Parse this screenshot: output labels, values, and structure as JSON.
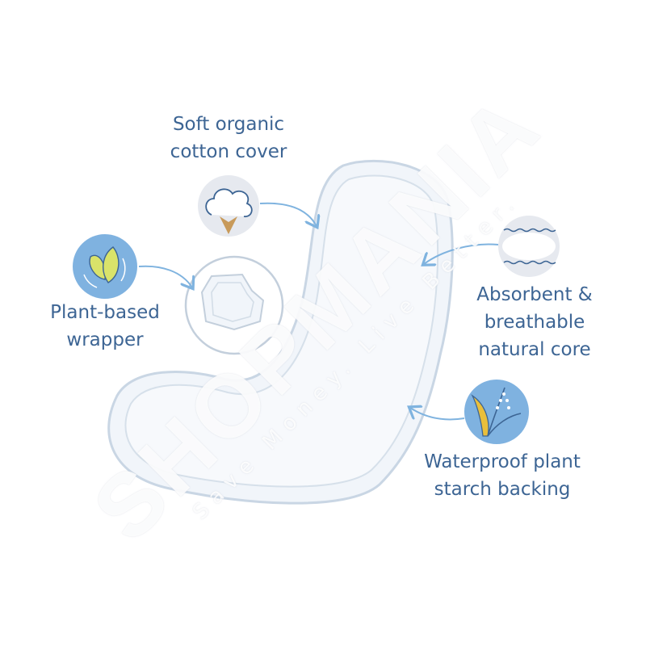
{
  "features": [
    {
      "id": "cotton",
      "lines": [
        "Soft organic",
        "cotton cover"
      ],
      "icon": "cotton-icon"
    },
    {
      "id": "wrapper",
      "lines": [
        "Plant-based",
        "wrapper"
      ],
      "icon": "leaves-icon"
    },
    {
      "id": "core",
      "lines": [
        "Absorbent &",
        "breathable",
        "natural core"
      ],
      "icon": "fluff-core-icon"
    },
    {
      "id": "backing",
      "lines": [
        "Waterproof plant",
        "starch backing"
      ],
      "icon": "grain-stalk-icon"
    }
  ],
  "watermark": {
    "brand": "SHOPMANIA",
    "tagline": "Save Money. Live Better."
  },
  "colors": {
    "text": "#3d6594",
    "accent_blue": "#7fb2e0",
    "icon_gray": "#e6e9ef",
    "arrow": "#7fb3df",
    "pad_outline": "#c9d6e4"
  }
}
